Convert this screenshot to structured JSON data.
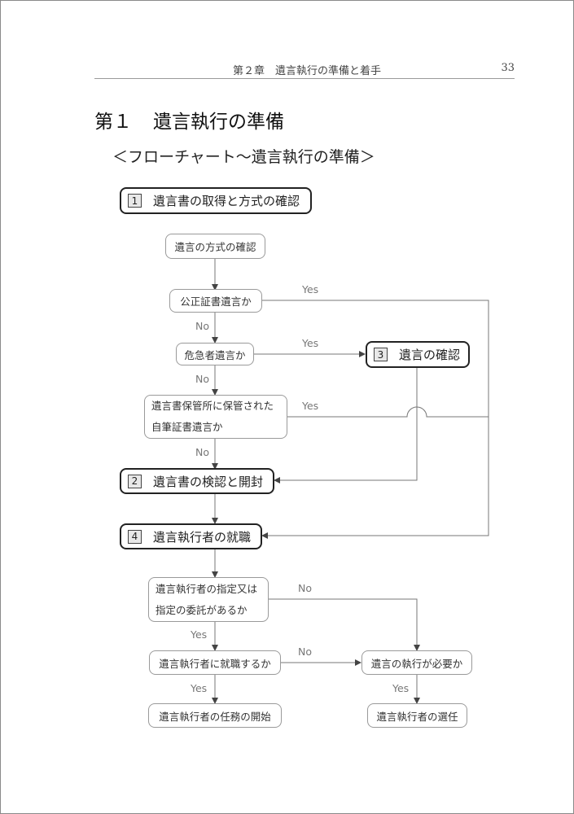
{
  "header": {
    "running_title": "第２章　遺言執行の準備と着手",
    "page_number": "33"
  },
  "section": {
    "number": "第１",
    "title": "遺言執行の準備"
  },
  "subtitle": "＜フローチャート～遺言執行の準備＞",
  "steps": {
    "s1": {
      "num": "1",
      "label": "遺言書の取得と方式の確認"
    },
    "s2": {
      "num": "2",
      "label": "遺言書の検認と開封"
    },
    "s3": {
      "num": "3",
      "label": "遺言の確認"
    },
    "s4": {
      "num": "4",
      "label": "遺言執行者の就職"
    }
  },
  "nodes": {
    "check_form": "遺言の方式の確認",
    "notarized": "公正証書遺言か",
    "emergency": "危急者遺言か",
    "holographic_line1": "遺言書保管所に保管された",
    "holographic_line2": "自筆証書遺言か",
    "designated_line1": "遺言執行者の指定又は",
    "designated_line2": "指定の委託があるか",
    "accept": "遺言執行者に就職するか",
    "execution_needed": "遺言の執行が必要か",
    "start_duties": "遺言執行者の任務の開始",
    "appoint": "遺言執行者の選任"
  },
  "edges": {
    "yes": "Yes",
    "no": "No"
  }
}
